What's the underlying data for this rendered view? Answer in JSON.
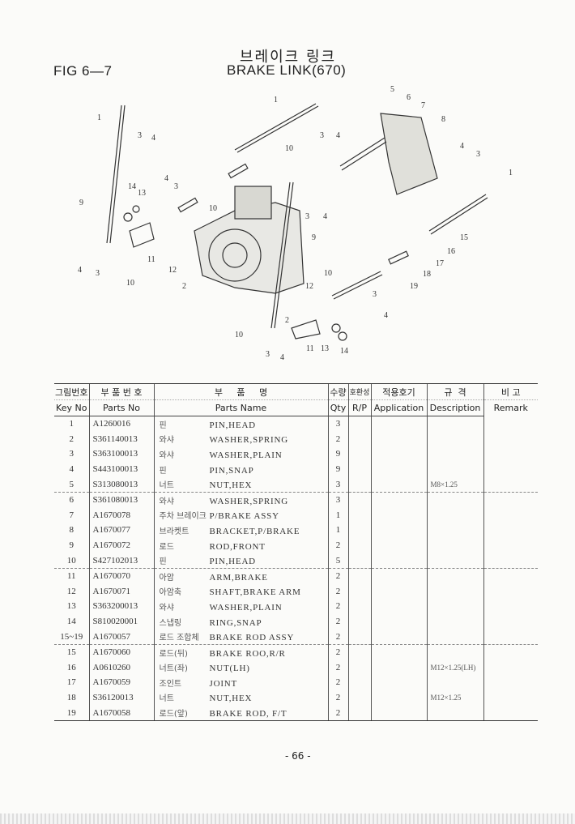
{
  "header": {
    "fig": "FIG 6—7",
    "title_ko": "브레이크 링크",
    "title_en": "BRAKE LINK(670)"
  },
  "diagram": {
    "callouts": [
      "1",
      "3",
      "4",
      "1",
      "3",
      "4",
      "5",
      "6",
      "7",
      "8",
      "9",
      "14",
      "13",
      "4",
      "3",
      "10",
      "10",
      "3",
      "4",
      "9",
      "4",
      "3",
      "11",
      "12",
      "2",
      "10",
      "10",
      "12",
      "2",
      "3",
      "4",
      "11",
      "13",
      "14",
      "4",
      "3",
      "1",
      "15",
      "16",
      "17",
      "18",
      "19",
      "3",
      "4",
      "10"
    ]
  },
  "table": {
    "headers_ko": [
      "그림번호",
      "부 품 번 호",
      "부     품     명",
      "수량",
      "호환성",
      "적용호기",
      "규  격",
      "비 고"
    ],
    "headers_en": [
      "Key No",
      "Parts No",
      "Parts Name",
      "Qty",
      "R/P",
      "Application",
      "Description",
      "Remark"
    ],
    "rows": [
      {
        "key": "1",
        "part": "A1260016",
        "ko": "핀",
        "en": "PIN,HEAD",
        "qty": "3",
        "desc": ""
      },
      {
        "key": "2",
        "part": "S361140013",
        "ko": "와샤",
        "en": "WASHER,SPRING",
        "qty": "2",
        "desc": ""
      },
      {
        "key": "3",
        "part": "S363100013",
        "ko": "와샤",
        "en": "WASHER,PLAIN",
        "qty": "9",
        "desc": ""
      },
      {
        "key": "4",
        "part": "S443100013",
        "ko": "핀",
        "en": "PIN,SNAP",
        "qty": "9",
        "desc": ""
      },
      {
        "key": "5",
        "part": "S313080013",
        "ko": "너트",
        "en": "NUT,HEX",
        "qty": "3",
        "desc": "M8×1.25"
      },
      {
        "key": "6",
        "part": "S361080013",
        "ko": "와샤",
        "en": "WASHER,SPRING",
        "qty": "3",
        "desc": ""
      },
      {
        "key": "7",
        "part": "A1670078",
        "ko": "주차 브레이크",
        "en": "P/BRAKE ASSY",
        "qty": "1",
        "desc": ""
      },
      {
        "key": "8",
        "part": "A1670077",
        "ko": "브라켓트",
        "en": "BRACKET,P/BRAKE",
        "qty": "1",
        "desc": ""
      },
      {
        "key": "9",
        "part": "A1670072",
        "ko": "로드",
        "en": "ROD,FRONT",
        "qty": "2",
        "desc": ""
      },
      {
        "key": "10",
        "part": "S427102013",
        "ko": "핀",
        "en": "PIN,HEAD",
        "qty": "5",
        "desc": ""
      },
      {
        "key": "11",
        "part": "A1670070",
        "ko": "아암",
        "en": "ARM,BRAKE",
        "qty": "2",
        "desc": ""
      },
      {
        "key": "12",
        "part": "A1670071",
        "ko": "아암축",
        "en": "SHAFT,BRAKE ARM",
        "qty": "2",
        "desc": ""
      },
      {
        "key": "13",
        "part": "S363200013",
        "ko": "와샤",
        "en": "WASHER,PLAIN",
        "qty": "2",
        "desc": ""
      },
      {
        "key": "14",
        "part": "S810020001",
        "ko": "스냅링",
        "en": "RING,SNAP",
        "qty": "2",
        "desc": ""
      },
      {
        "key": "15~19",
        "part": "A1670057",
        "ko": "로드 조합체",
        "en": "BRAKE ROD ASSY",
        "qty": "2",
        "desc": ""
      },
      {
        "key": "15",
        "part": "A1670060",
        "ko": "로드(뒤)",
        "en": "BRAKE ROO,R/R",
        "qty": "2",
        "desc": ""
      },
      {
        "key": "16",
        "part": "A0610260",
        "ko": "너트(좌)",
        "en": "NUT(LH)",
        "qty": "2",
        "desc": "M12×1.25(LH)"
      },
      {
        "key": "17",
        "part": "A1670059",
        "ko": "조인트",
        "en": "JOINT",
        "qty": "2",
        "desc": ""
      },
      {
        "key": "18",
        "part": "S36120013",
        "ko": "너트",
        "en": "NUT,HEX",
        "qty": "2",
        "desc": "M12×1.25"
      },
      {
        "key": "19",
        "part": "A1670058",
        "ko": "로드(앞)",
        "en": "BRAKE ROD, F/T",
        "qty": "2",
        "desc": ""
      }
    ]
  },
  "footer": {
    "page": "- 66 -"
  }
}
